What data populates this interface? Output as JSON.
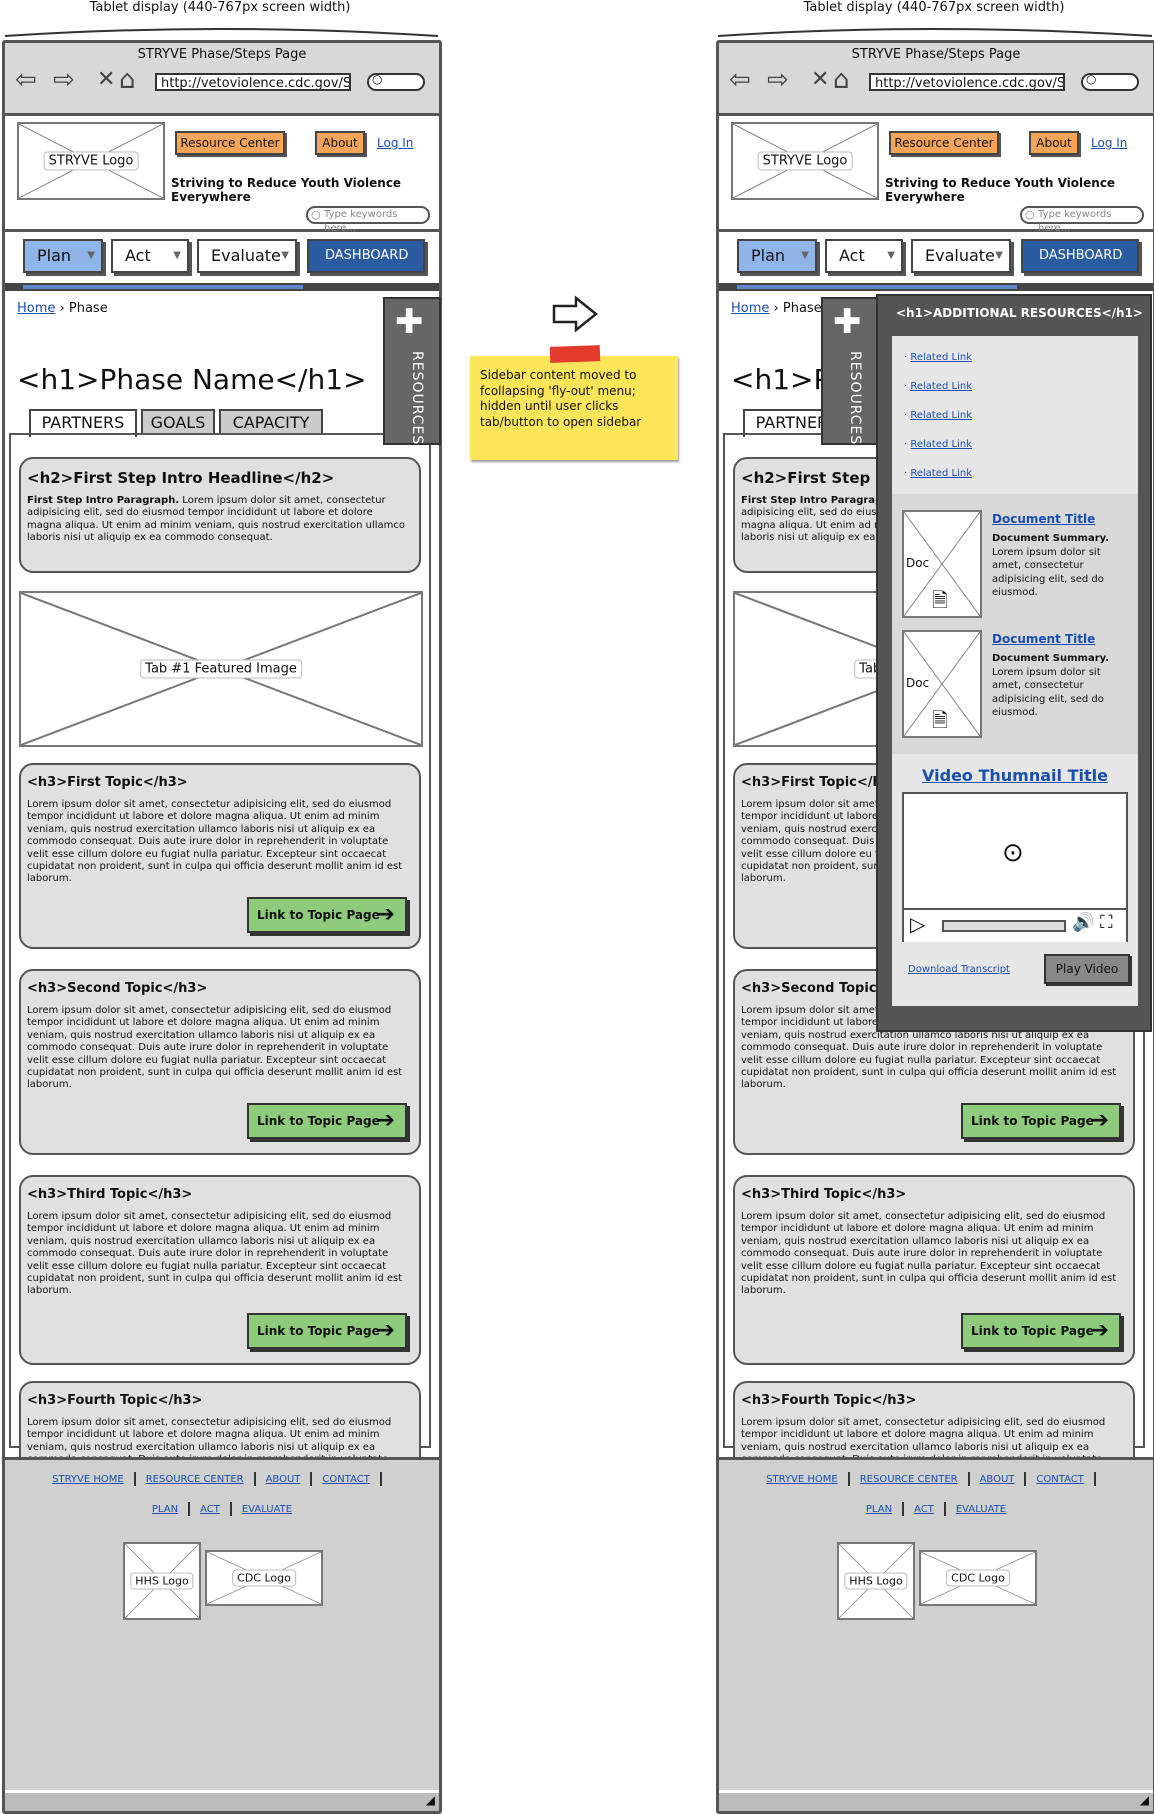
{
  "caption": "Tablet display (440-767px screen width)",
  "browser": {
    "title": "STRYVE Phase/Steps Page",
    "url": "http://vetoviolence.cdc.gov/STR"
  },
  "header": {
    "logo": "STRYVE Logo",
    "resource_center": "Resource Center",
    "about": "About",
    "login": "Log In",
    "tagline": "Striving to Reduce Youth Violence Everywhere",
    "search_placeholder": "Type keywords here..."
  },
  "nav": {
    "plan": "Plan",
    "act": "Act",
    "evaluate": "Evaluate",
    "dashboard": "DASHBOARD"
  },
  "breadcrumb": {
    "home": "Home",
    "current": "Phase"
  },
  "h1": "<h1>Phase Name</h1>",
  "tabs": [
    "PARTNERS",
    "GOALS",
    "CAPACITY"
  ],
  "intro": {
    "headline": "<h2>First Step Intro Headline</h2>",
    "lead": "First Step Intro Paragraph.",
    "text": " Lorem ipsum dolor sit amet, consectetur adipisicing elit, sed do eiusmod tempor incididunt ut labore et dolore magna aliqua. Ut enim ad minim veniam, quis nostrud exercitation ullamco laboris nisi ut aliquip ex ea commodo consequat."
  },
  "featured_image": "Tab #1 Featured Image",
  "topics": [
    {
      "title": "<h3>First Topic</h3>"
    },
    {
      "title": "<h3>Second Topic</h3>"
    },
    {
      "title": "<h3>Third Topic</h3>"
    },
    {
      "title": "<h3>Fourth Topic</h3>"
    }
  ],
  "topic_text": "Lorem ipsum dolor sit amet, consectetur adipisicing elit, sed do eiusmod tempor incididunt ut labore et dolore magna aliqua. Ut enim ad minim veniam, quis nostrud exercitation ullamco laboris nisi ut aliquip ex ea commodo consequat. Duis aute irure dolor in reprehenderit in voluptate velit esse cillum dolore eu fugiat nulla pariatur. Excepteur sint occaecat cupidatat non proident, sunt in culpa qui officia deserunt mollit anim id est laborum.",
  "topic_link": "Link to Topic Page",
  "resources_tab": "RESOURCES",
  "footer": {
    "row1": [
      "STRYVE HOME",
      "RESOURCE CENTER",
      "ABOUT",
      "CONTACT"
    ],
    "row2": [
      "PLAN",
      "ACT",
      "EVALUATE"
    ],
    "hhs": "HHS Logo",
    "cdc": "CDC Logo"
  },
  "note": "Sidebar content moved to fcollapsing 'fly-out' menu; hidden until user clicks tab/button to open sidebar",
  "flyout": {
    "heading": "<h1>ADDITIONAL RESOURCES</h1>",
    "related_links": [
      "Related Link",
      "Related Link",
      "Related Link",
      "Related Link",
      "Related Link"
    ],
    "doc_label": "Doc",
    "doc_title": "Document Title",
    "doc_summary_lead": "Document Summary.",
    "doc_summary_text": " Lorem ipsum dolor sit amet, consectetur adipisicing elit, sed do eiusmod.",
    "video_title": "Video Thumnail Title",
    "download": "Download Transcript",
    "play": "Play Video"
  },
  "colors": {
    "orange": "#f5a55a",
    "green": "#8fcb7c",
    "blue_dark": "#2a5aa0",
    "blue_light": "#8fb4e8",
    "sticky": "#fde55a"
  }
}
